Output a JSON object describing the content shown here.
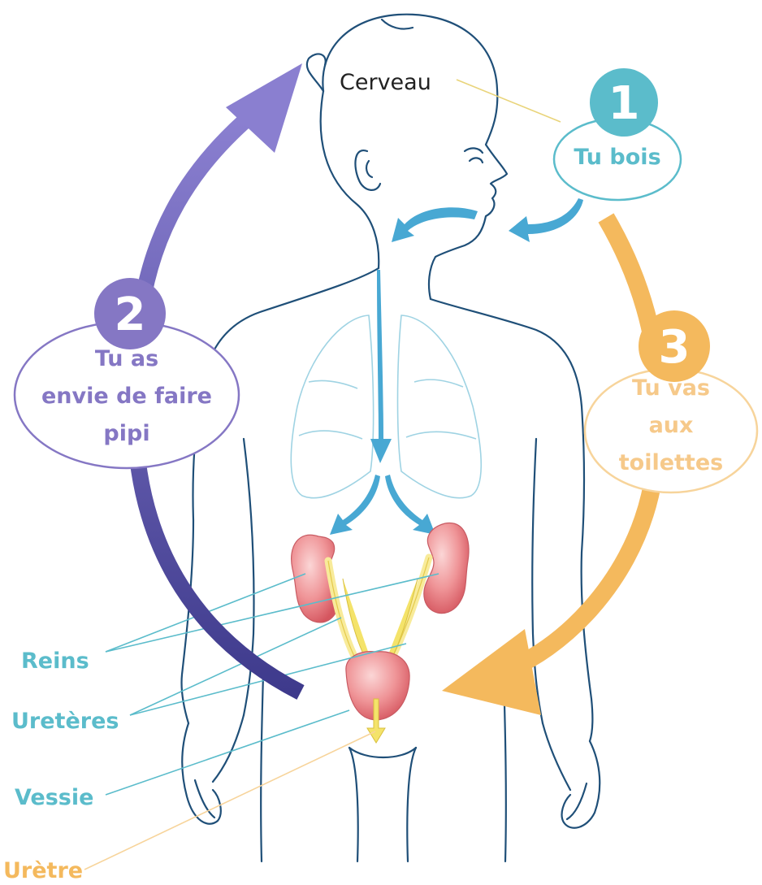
{
  "colors": {
    "body_outline": "#1f4f78",
    "teal": "#5bbccb",
    "purple": "#8577c4",
    "purple_dark": "#5a4ea6",
    "orange": "#f4b95d",
    "orange_light": "#f7d49b",
    "organ_pink": "#e87a80",
    "flow_blue": "#48a8d3",
    "urine_yellow": "#f4e36a"
  },
  "labels": {
    "brain": "Cerveau",
    "kidneys": "Reins",
    "ureters": "Uretères",
    "bladder": "Vessie",
    "urethra": "Urètre"
  },
  "steps": [
    {
      "number": "1",
      "lines": [
        "Tu bois"
      ]
    },
    {
      "number": "2",
      "lines": [
        "Tu as",
        "envie de faire",
        "pipi"
      ]
    },
    {
      "number": "3",
      "lines": [
        "Tu vas",
        "aux",
        "toilettes"
      ]
    }
  ]
}
